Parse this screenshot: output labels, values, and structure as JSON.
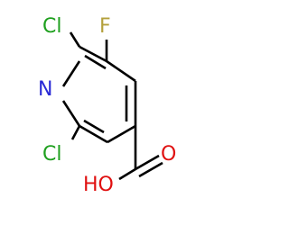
{
  "molecule": {
    "atoms": [
      {
        "id": "cl-top",
        "symbol": "Cl",
        "color": "#1fa01f"
      },
      {
        "id": "f",
        "symbol": "F",
        "color": "#b4a03c"
      },
      {
        "id": "n",
        "symbol": "N",
        "color": "#2a2ad6"
      },
      {
        "id": "cl-bottom",
        "symbol": "Cl",
        "color": "#1fa01f"
      },
      {
        "id": "o-carbonyl",
        "symbol": "O",
        "color": "#e01010"
      },
      {
        "id": "oh",
        "symbol": "HO",
        "color": "#e01010"
      }
    ],
    "bond_color": "#000000"
  }
}
